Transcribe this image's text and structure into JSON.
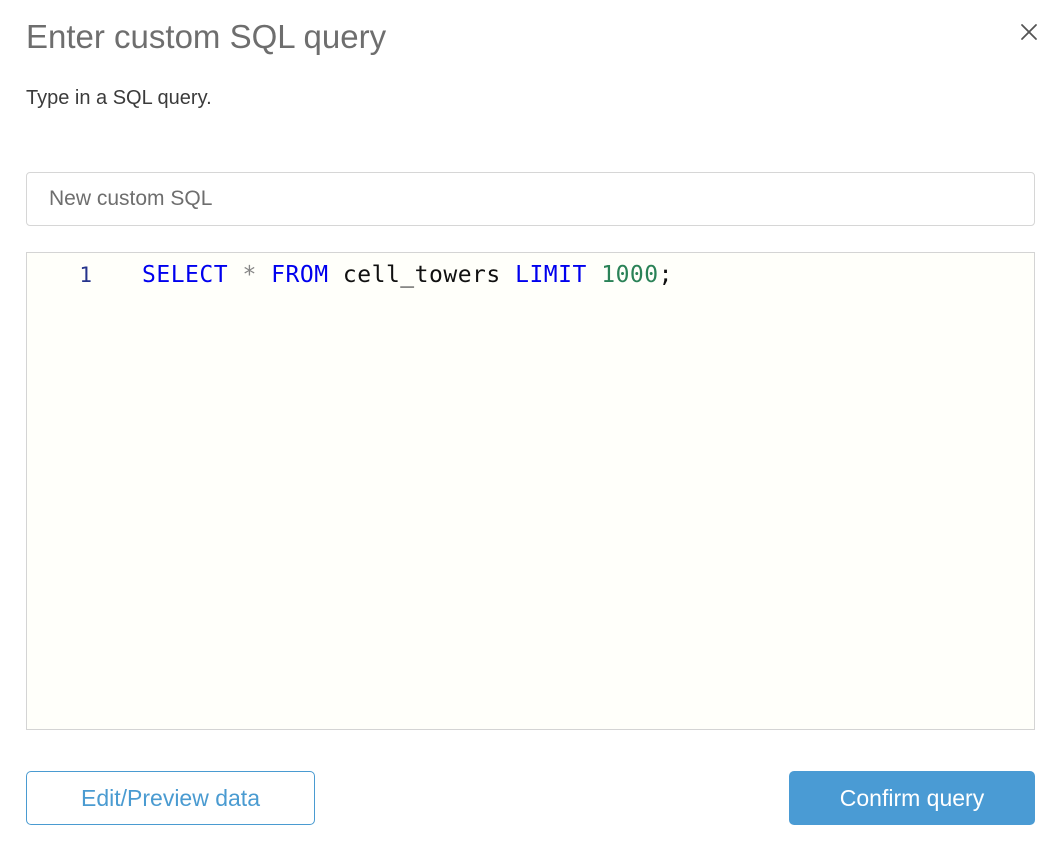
{
  "dialog": {
    "title": "Enter custom SQL query",
    "subtitle": "Type in a SQL query.",
    "close_icon": "close-icon"
  },
  "name_field": {
    "value": "",
    "placeholder": "New custom SQL"
  },
  "editor": {
    "line_number": "1",
    "query_text": "SELECT * FROM cell_towers LIMIT 1000;",
    "tokens": [
      {
        "text": "SELECT",
        "type": "keyword"
      },
      {
        "text": " ",
        "type": "plain"
      },
      {
        "text": "*",
        "type": "operator"
      },
      {
        "text": " ",
        "type": "plain"
      },
      {
        "text": "FROM",
        "type": "keyword"
      },
      {
        "text": " ",
        "type": "plain"
      },
      {
        "text": "cell_towers",
        "type": "identifier"
      },
      {
        "text": " ",
        "type": "plain"
      },
      {
        "text": "LIMIT",
        "type": "keyword"
      },
      {
        "text": " ",
        "type": "plain"
      },
      {
        "text": "1000",
        "type": "number"
      },
      {
        "text": ";",
        "type": "punct"
      }
    ]
  },
  "footer": {
    "secondary_label": "Edit/Preview data",
    "primary_label": "Confirm query"
  },
  "colors": {
    "accent": "#4a9bd4",
    "accent_outline": "#4a9bd1",
    "keyword": "#0000ee",
    "number": "#2a8257",
    "operator": "#868686",
    "gutter": "#26348c",
    "title": "#6e6e6e",
    "editor_background": "#fffffa",
    "border": "#d4d4d4"
  }
}
